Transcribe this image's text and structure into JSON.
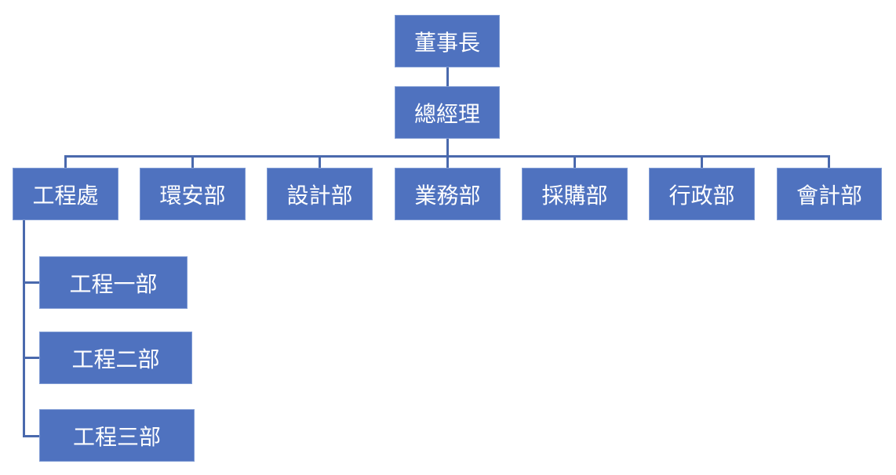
{
  "chairman": "董事長",
  "general_manager": "總經理",
  "departments": [
    "工程處",
    "環安部",
    "設計部",
    "業務部",
    "採購部",
    "行政部",
    "會計部"
  ],
  "engineering_subunits": [
    "工程一部",
    "工程二部",
    "工程三部"
  ],
  "colors": {
    "box": "#4f72bf",
    "line": "#4a69ad"
  }
}
